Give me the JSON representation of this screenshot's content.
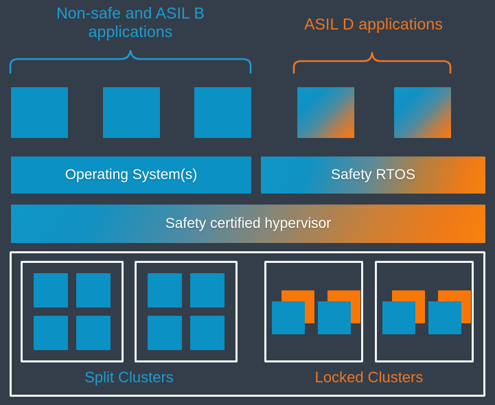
{
  "diagram": {
    "background_color": "#333e4a",
    "accent_blue": "#0b91c3",
    "accent_orange": "#f87708",
    "label_blue": "#1f9bd1",
    "label_orange": "#ef7622",
    "border_white": "#f2f4f5"
  },
  "headings": {
    "nonsafe": "Non-safe and ASIL B\napplications",
    "asil_d": "ASIL D applications"
  },
  "applications": {
    "nonsafe_boxes": [
      {
        "id": "app1",
        "style": "solid-blue"
      },
      {
        "id": "app2",
        "style": "solid-blue"
      },
      {
        "id": "app3",
        "style": "solid-blue"
      }
    ],
    "asil_d_boxes": [
      {
        "id": "app4",
        "style": "blue-orange-gradient"
      },
      {
        "id": "app5",
        "style": "blue-orange-gradient"
      }
    ]
  },
  "layers": {
    "operating_system": "Operating System(s)",
    "safety_rtos": "Safety RTOS",
    "hypervisor": "Safety certified hypervisor"
  },
  "hardware": {
    "split_clusters": {
      "label": "Split Clusters",
      "boxes": [
        {
          "id": "cluster-split-1",
          "cores": 4,
          "core_color": "#0b91c3"
        },
        {
          "id": "cluster-split-2",
          "cores": 4,
          "core_color": "#0b91c3"
        }
      ]
    },
    "locked_clusters": {
      "label": "Locked Clusters",
      "boxes": [
        {
          "id": "cluster-locked-1",
          "lockstep_pairs": 2
        },
        {
          "id": "cluster-locked-2",
          "lockstep_pairs": 2
        }
      ]
    }
  }
}
